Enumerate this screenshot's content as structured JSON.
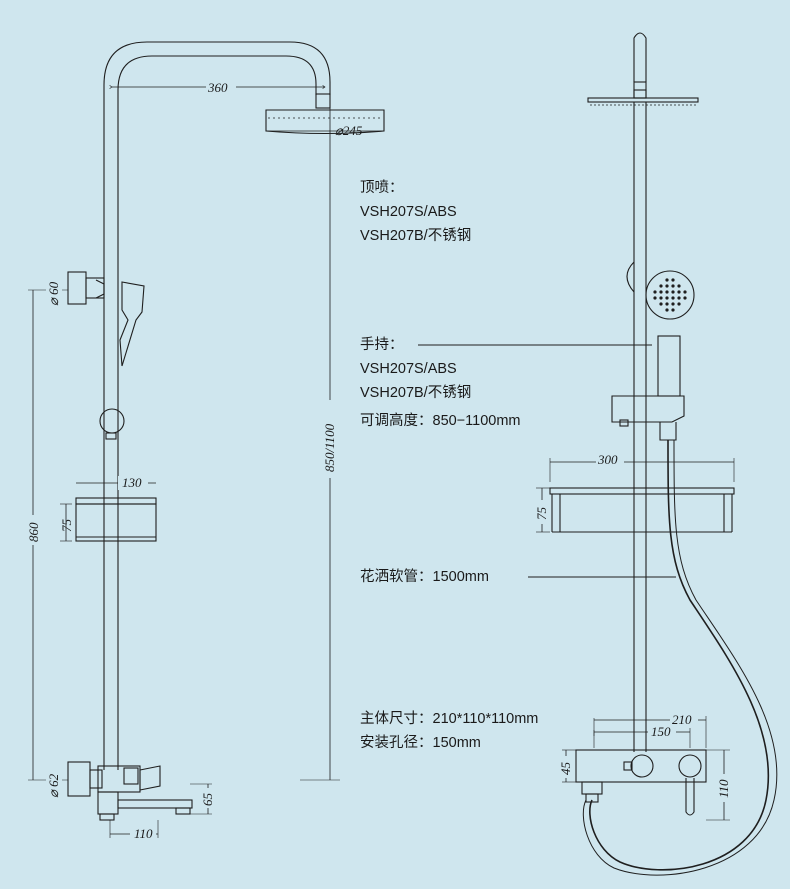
{
  "colors": {
    "background": "#cfe6ee",
    "line": "#1f1f1f"
  },
  "left_view": {
    "dimensions": {
      "arm_length": "360",
      "head_diameter": "⌀245",
      "holder_diameter": "⌀ 60",
      "total_height": "860",
      "adjustable_height": "850/1100",
      "shelf_width": "130",
      "shelf_height": "75",
      "valve_diameter": "⌀ 62",
      "spout_height": "65",
      "spout_length": "110"
    }
  },
  "right_view": {
    "dimensions": {
      "shelf_width": "300",
      "shelf_height": "75",
      "body_width": "210",
      "inlet_spacing": "150",
      "body_height": "45",
      "body_depth": "110"
    }
  },
  "specs": {
    "overhead": {
      "label": "顶喷：",
      "model_abs": "VSH207S/ABS",
      "model_steel": "VSH207B/不锈钢"
    },
    "handheld": {
      "label": "手持：",
      "model_abs": "VSH207S/ABS",
      "model_steel": "VSH207B/不锈钢",
      "adjustable_height": "可调高度：850−1100mm"
    },
    "hose": "花洒软管：1500mm",
    "main_body": "主体尺寸：210*110*110mm",
    "install_hole": "安装孔径：150mm"
  }
}
